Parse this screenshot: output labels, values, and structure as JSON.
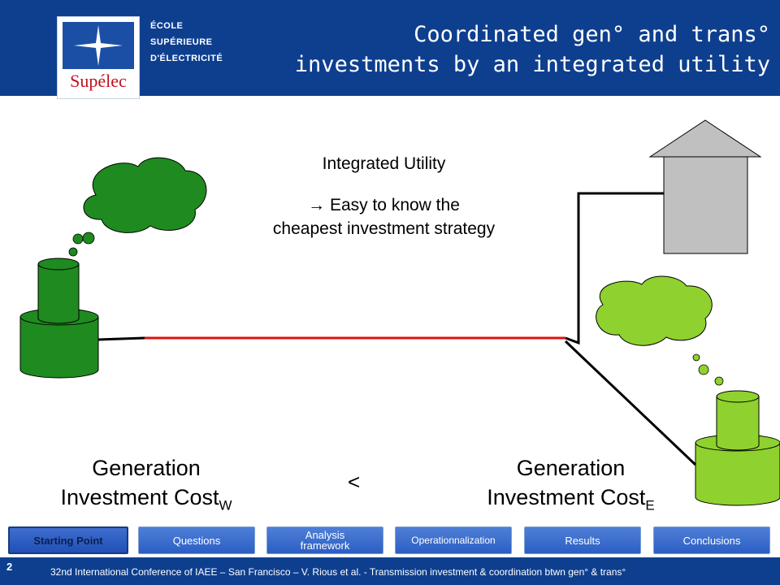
{
  "header": {
    "logo_lines": [
      "ÉCOLE",
      "SUPÉRIEURE",
      "D'ÉLECTRICITÉ"
    ],
    "logo_brand": "Supélec",
    "title_line1": "Coordinated gen° and trans°",
    "title_line2": "investments by an integrated utility"
  },
  "body": {
    "utility_title": "Integrated Utility",
    "utility_desc_line1": "Easy to know the",
    "utility_desc_line2": "cheapest investment strategy",
    "arrow": "→",
    "left_label_line1": "Generation",
    "left_label_line2": "Investment Cost",
    "left_subscript": "W",
    "right_label_line1": "Generation",
    "right_label_line2": "Investment Cost",
    "right_subscript": "E",
    "comparator": "<"
  },
  "nav": {
    "items": [
      "Starting Point",
      "Questions",
      "Analysis framework",
      "Operationnalization",
      "Results",
      "Conclusions"
    ],
    "active": "Starting Point"
  },
  "footer": {
    "page_number": "2",
    "text": "32nd International Conference of IAEE – San Francisco – V. Rious et al. - Transmission investment & coordination btwn gen° & trans°"
  },
  "colors": {
    "brand_blue": "#0e3f8f",
    "line_red": "#e01010",
    "plant_west": "#1f8a1f",
    "plant_east": "#8fd12e",
    "house": "#c0c0c0"
  }
}
